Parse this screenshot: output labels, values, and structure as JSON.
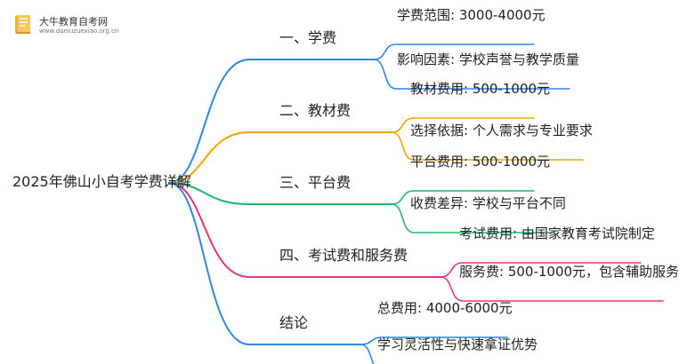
{
  "logo": {
    "brand": "大牛教育自考网",
    "url": "www.daniuzuexiao.org.cn"
  },
  "root": {
    "label": "2025年佛山小自考学费详解"
  },
  "branches": [
    {
      "label": "一、学费",
      "color": "#2e86e6",
      "children": [
        {
          "label": "学费范围: 3000-4000元"
        },
        {
          "label": "影响因素: 学校声誉与教学质量"
        }
      ]
    },
    {
      "label": "二、教材费",
      "color": "#f0a500",
      "children": [
        {
          "label": "教材费用: 500-1000元"
        },
        {
          "label": "选择依据: 个人需求与专业要求"
        }
      ]
    },
    {
      "label": "三、平台费",
      "color": "#1fb86a",
      "children": [
        {
          "label": "平台费用: 500-1000元"
        },
        {
          "label": "收费差异: 学校与平台不同"
        }
      ]
    },
    {
      "label": "四、考试费和服务费",
      "color": "#e8337a",
      "children": [
        {
          "label": "考试费用: 由国家教育考试院制定"
        },
        {
          "label": "服务费: 500-1000元，包含辅助服务"
        }
      ]
    },
    {
      "label": "结论",
      "color": "#2e86e6",
      "children": [
        {
          "label": "总费用: 4000-6000元"
        },
        {
          "label": "学习灵活性与快速拿证优势"
        }
      ]
    }
  ]
}
